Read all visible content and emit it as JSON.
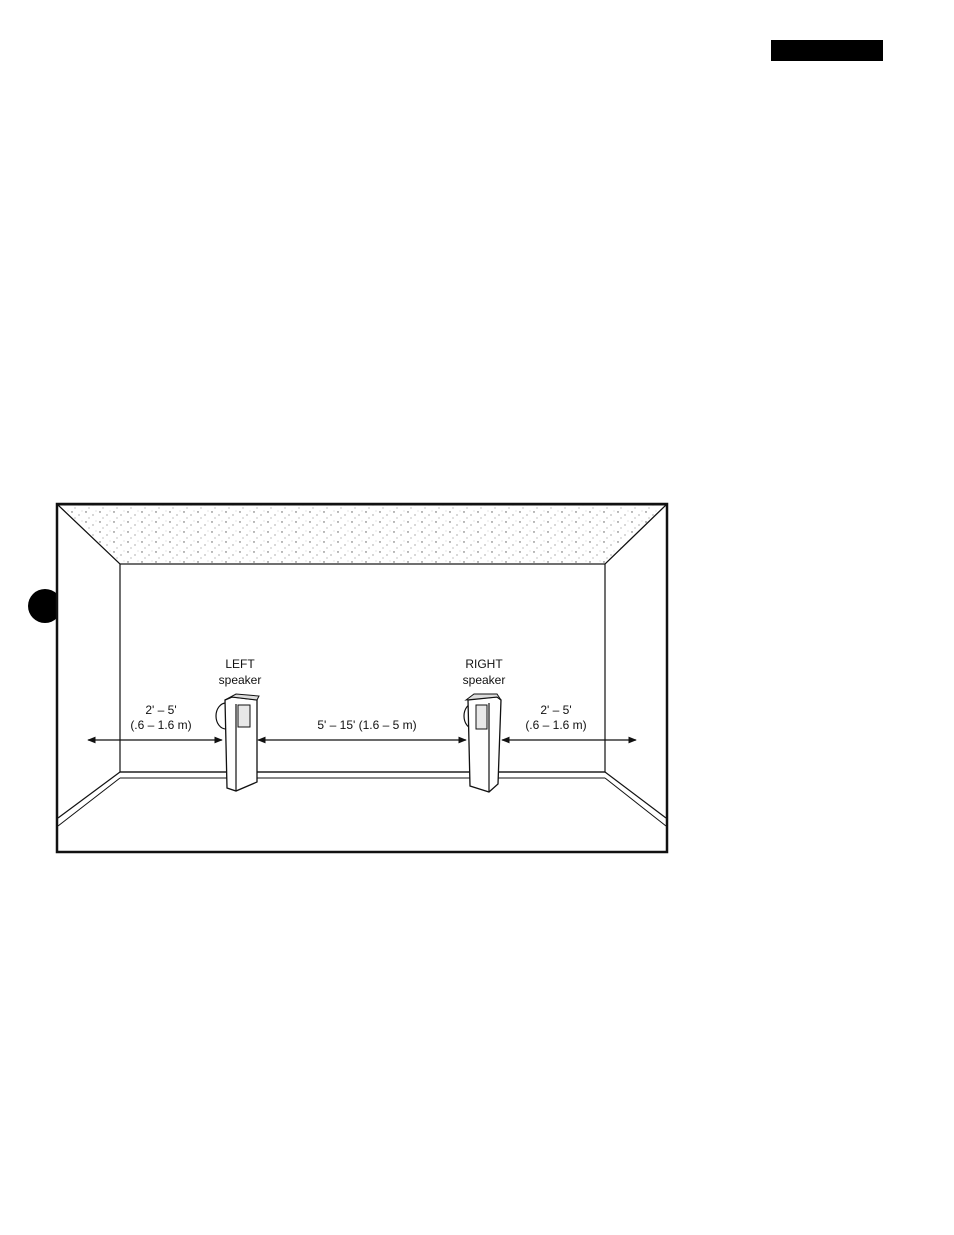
{
  "diagram": {
    "left_speaker": {
      "line1": "LEFT",
      "line2": "speaker"
    },
    "right_speaker": {
      "line1": "RIGHT",
      "line2": "speaker"
    },
    "left_distance": {
      "line1": "2' – 5'",
      "line2": "(.6 – 1.6 m)"
    },
    "center_distance": {
      "line1": "5' – 15' (1.6 – 5 m)"
    },
    "right_distance": {
      "line1": "2' – 5'",
      "line2": "(.6 – 1.6 m)"
    }
  }
}
